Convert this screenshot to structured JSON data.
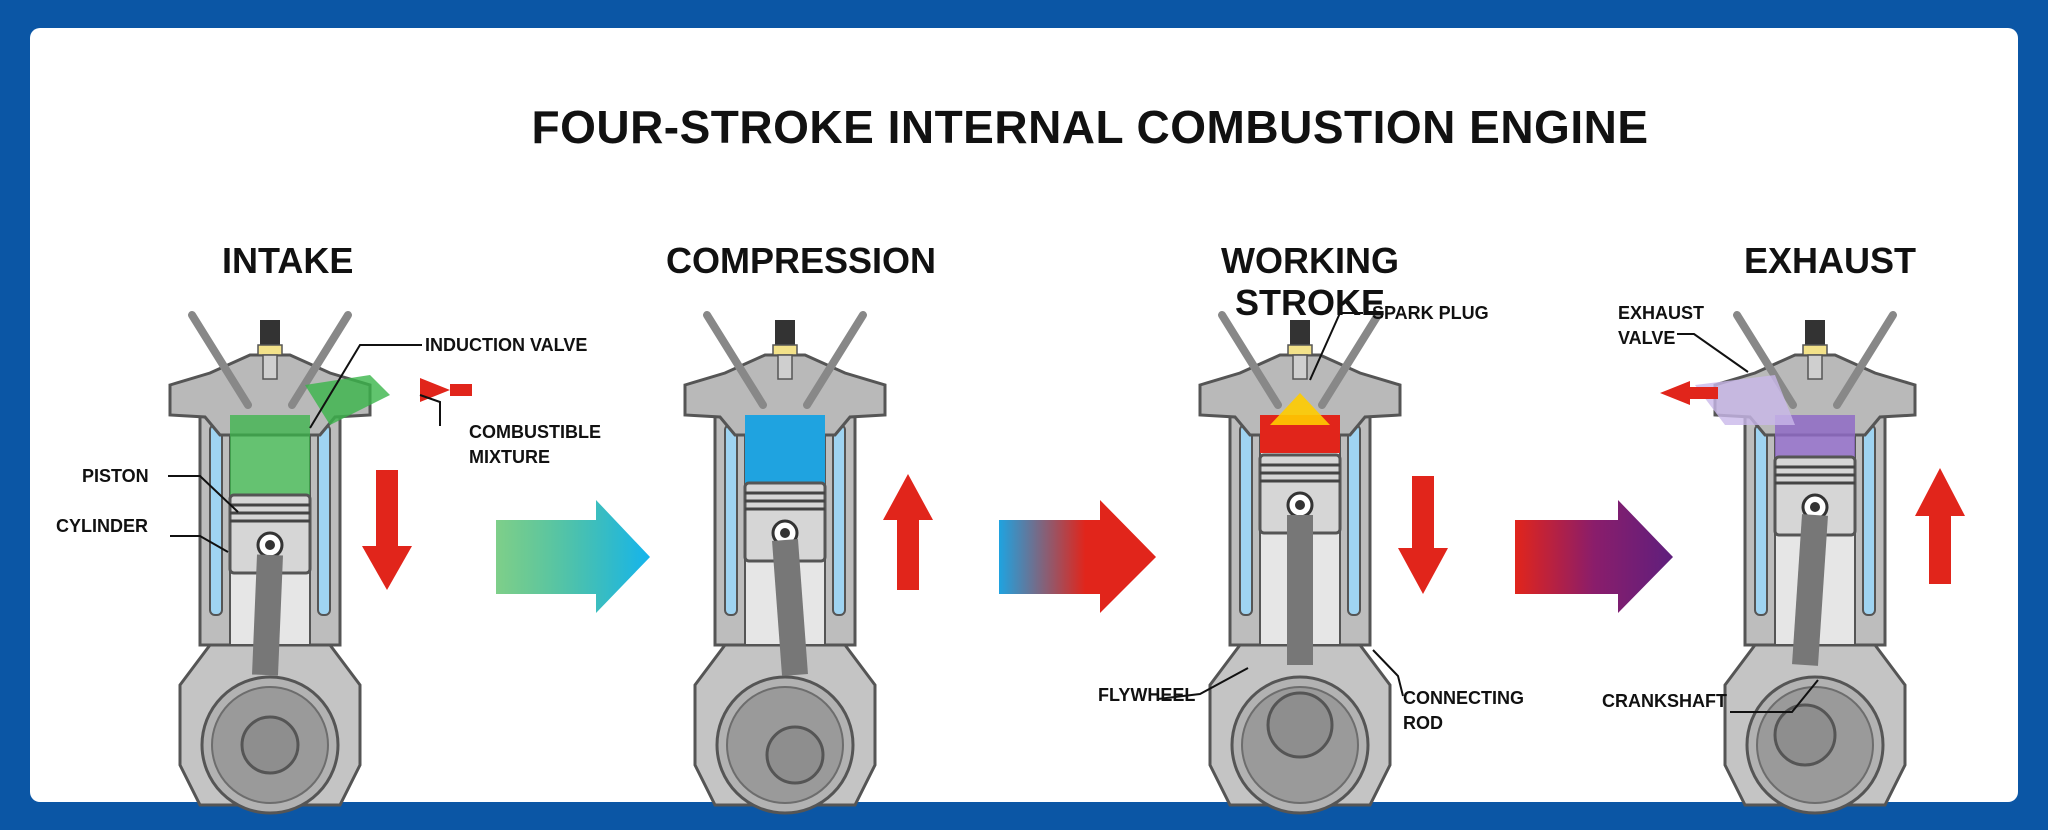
{
  "title": "FOUR-STROKE INTERNAL  COMBUSTION ENGINE",
  "stages": [
    {
      "name": "INTAKE",
      "gas_color": "#39b54a",
      "piston_motion": "down"
    },
    {
      "name": "COMPRESSION",
      "gas_color": "#1fa3e0",
      "piston_motion": "up"
    },
    {
      "name": "WORKING STROKE",
      "gas_color": "#ffcc00",
      "piston_motion": "down"
    },
    {
      "name": "EXHAUST",
      "gas_color": "#8f6bc6",
      "piston_motion": "up"
    }
  ],
  "labels": {
    "induction_valve": "INDUCTION VALVE",
    "combustible_mixture_1": "COMBUSTIBLE",
    "combustible_mixture_2": "MIXTURE",
    "piston": "PISTON",
    "cylinder": "CYLINDER",
    "spark_plug": "SPARK PLUG",
    "flywheel": "FLYWHEEL",
    "connecting_rod_1": "CONNECTING",
    "connecting_rod_2": "ROD",
    "exhaust_valve_1": "EXHAUST",
    "exhaust_valve_2": "VALVE",
    "crankshaft": "CRANKSHAFT"
  },
  "colors": {
    "frame": "#0b56a5",
    "metal": "#a6a6a6",
    "metal_dark": "#6d6d6d",
    "arrow_red": "#e1251b",
    "coolant": "#9fd4f2"
  }
}
